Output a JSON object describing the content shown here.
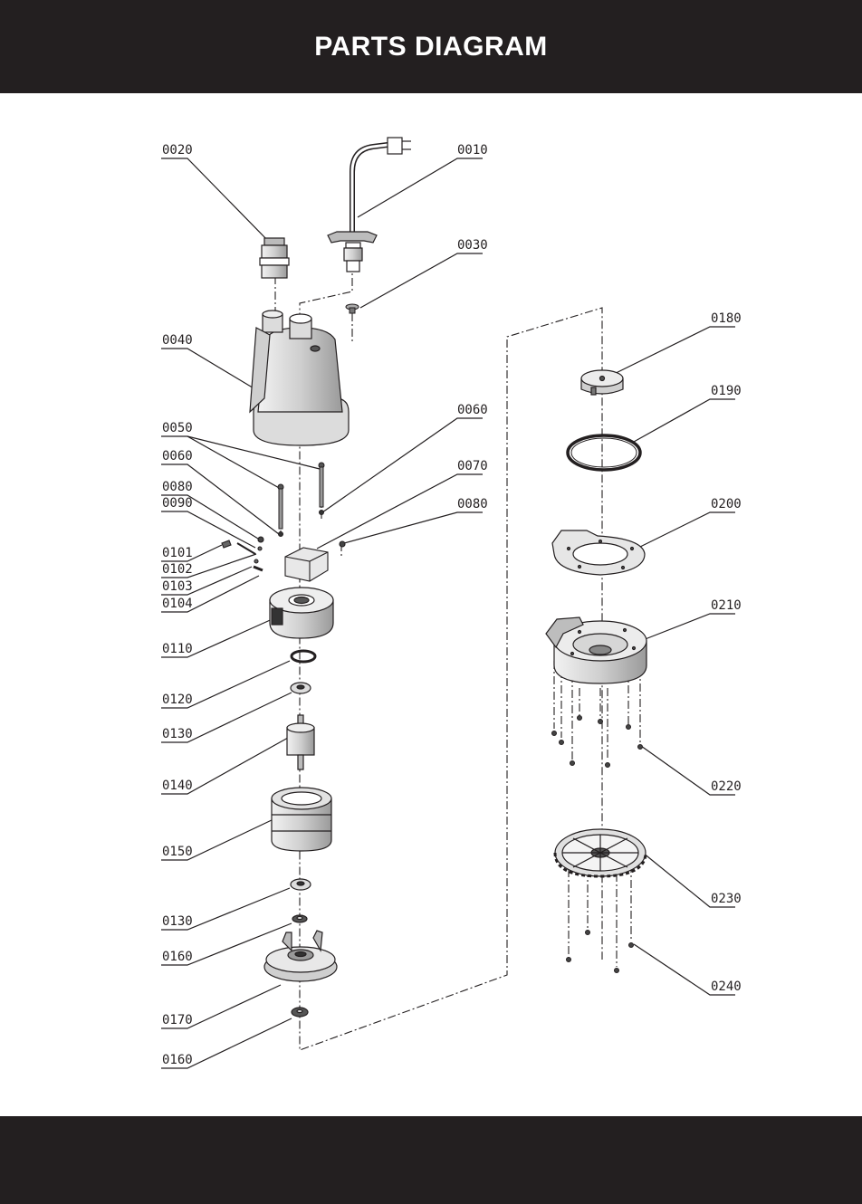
{
  "header": {
    "title": "PARTS DIAGRAM"
  },
  "parts": [
    {
      "id": "p0010",
      "label": "0010"
    },
    {
      "id": "p0020",
      "label": "0020"
    },
    {
      "id": "p0030",
      "label": "0030"
    },
    {
      "id": "p0040",
      "label": "0040"
    },
    {
      "id": "p0050",
      "label": "0050"
    },
    {
      "id": "p0060a",
      "label": "0060"
    },
    {
      "id": "p0060b",
      "label": "0060"
    },
    {
      "id": "p0070",
      "label": "0070"
    },
    {
      "id": "p0080a",
      "label": "0080"
    },
    {
      "id": "p0080b",
      "label": "0080"
    },
    {
      "id": "p0090",
      "label": "0090"
    },
    {
      "id": "p0101",
      "label": "0101"
    },
    {
      "id": "p0102",
      "label": "0102"
    },
    {
      "id": "p0103",
      "label": "0103"
    },
    {
      "id": "p0104",
      "label": "0104"
    },
    {
      "id": "p0110",
      "label": "0110"
    },
    {
      "id": "p0120",
      "label": "0120"
    },
    {
      "id": "p0130a",
      "label": "0130"
    },
    {
      "id": "p0140",
      "label": "0140"
    },
    {
      "id": "p0150",
      "label": "0150"
    },
    {
      "id": "p0130b",
      "label": "0130"
    },
    {
      "id": "p0160a",
      "label": "0160"
    },
    {
      "id": "p0170",
      "label": "0170"
    },
    {
      "id": "p0160b",
      "label": "0160"
    },
    {
      "id": "p0180",
      "label": "0180"
    },
    {
      "id": "p0190",
      "label": "0190"
    },
    {
      "id": "p0200",
      "label": "0200"
    },
    {
      "id": "p0210",
      "label": "0210"
    },
    {
      "id": "p0220",
      "label": "0220"
    },
    {
      "id": "p0230",
      "label": "0230"
    },
    {
      "id": "p0240",
      "label": "0240"
    }
  ],
  "colors": {
    "bar": "#231f20",
    "ink": "#231f20",
    "part_fill": "#e6e6e6",
    "part_dark": "#8c8c8c"
  }
}
